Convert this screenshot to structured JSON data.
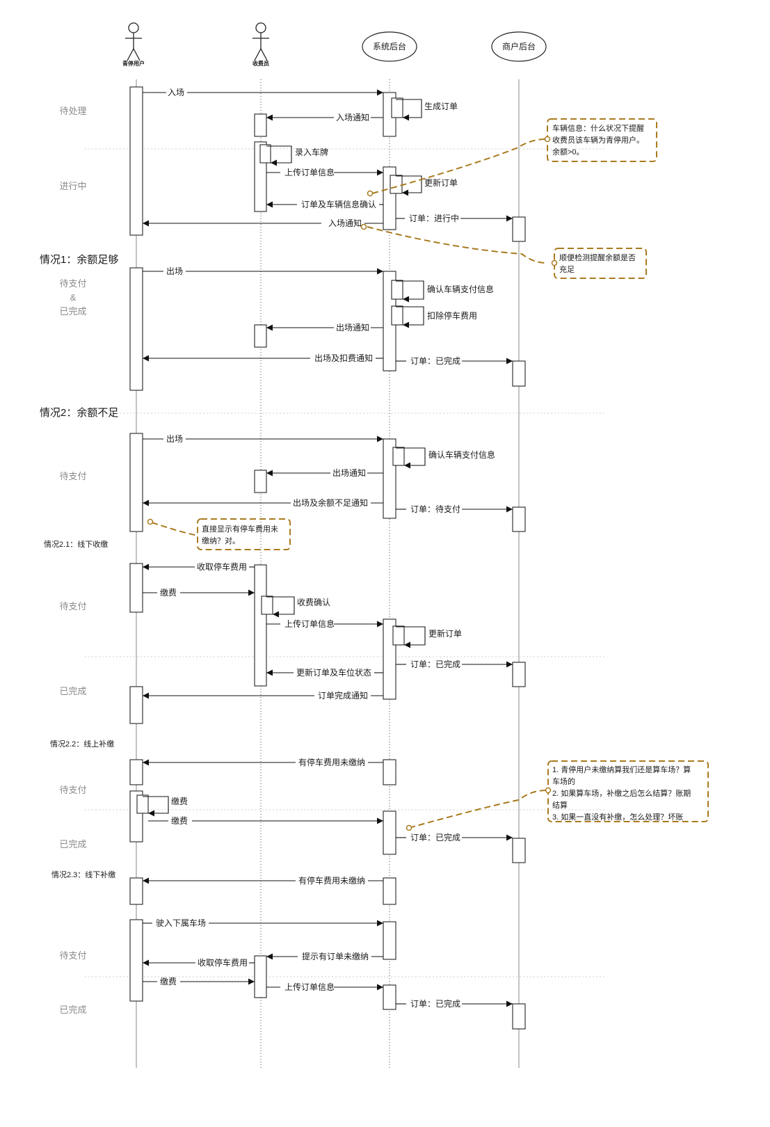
{
  "actors": [
    {
      "label": "青停用户",
      "kind": "person"
    },
    {
      "label": "收费员",
      "kind": "person"
    },
    {
      "label": "系统后台",
      "kind": "system"
    },
    {
      "label": "商户后台",
      "kind": "system"
    }
  ],
  "colors": {
    "note": "#a87a1e",
    "line": "#b8b8b8",
    "phase": "#8a8a8a"
  },
  "sections": {
    "case1": "情况1：余额足够",
    "case2": "情况2：余额不足",
    "case21": "情况2.1：线下收缴",
    "case22": "情况2.2：线上补缴",
    "case23": "情况2.3：线下补缴"
  },
  "phases": {
    "p1": "待处理",
    "p2": "进行中",
    "p3a": "待支付",
    "p3b": "&",
    "p3c": "已完成",
    "p4": "待支付",
    "p5": "待支付",
    "p6": "已完成",
    "p7": "待支付",
    "p8": "已完成",
    "p9": "待支付",
    "p10": "已完成"
  },
  "messages": {
    "m1": "入场",
    "m2": "生成订单",
    "m3": "入场通知",
    "m4": "录入车牌",
    "m5": "上传订单信息",
    "m6": "更新订单",
    "m7": "订单及车辆信息确认",
    "m8": "订单：进行中",
    "m9": "入场通知",
    "m10": "出场",
    "m11": "确认车辆支付信息",
    "m12": "扣除停车费用",
    "m13": "出场通知",
    "m14": "出场及扣费通知",
    "m15": "订单：已完成",
    "m16": "出场",
    "m17": "确认车辆支付信息",
    "m18": "出场通知",
    "m19": "出场及余额不足通知",
    "m20": "订单：待支付",
    "m21": "收取停车费用",
    "m22": "缴费",
    "m23": "收费确认",
    "m24": "上传订单信息",
    "m25": "更新订单",
    "m26": "订单：已完成",
    "m27": "更新订单及车位状态",
    "m28": "订单完成通知",
    "m29": "有停车费用未缴纳",
    "m30": "缴费",
    "m31": "缴费",
    "m32": "订单：已完成",
    "m33": "有停车费用未缴纳",
    "m34": "驶入下属车场",
    "m35": "提示有订单未缴纳",
    "m36": "收取停车费用",
    "m37": "缴费",
    "m38": "上传订单信息",
    "m39": "订单：已完成"
  },
  "notes": {
    "n1": [
      "车辆信息：什么状况下提醒",
      "收费员该车辆为青停用户。",
      "余额>0。"
    ],
    "n2": [
      "顺便检测提醒余额是否",
      "充足"
    ],
    "n3": [
      "直接显示有停车费用未",
      "缴纳？对。"
    ],
    "n4": [
      "1. 青停用户未缴纳算我们还是算车场？算",
      "车场的",
      "2. 如果算车场，补缴之后怎么结算？账期",
      "结算",
      "3. 如果一直没有补缴，怎么处理？坏账"
    ]
  }
}
